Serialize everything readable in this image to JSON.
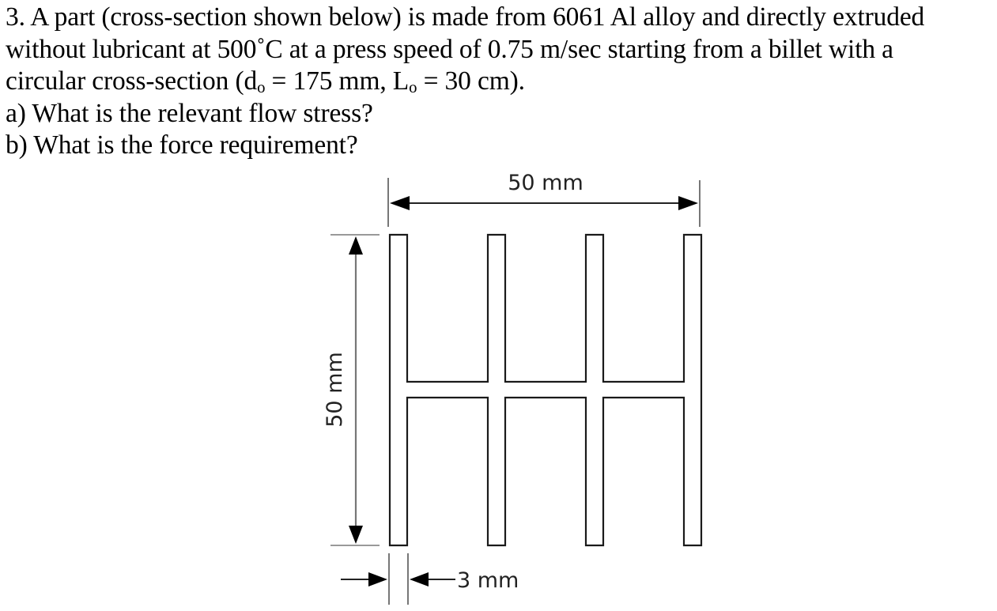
{
  "problem": {
    "number": "3.",
    "lines": [
      "3. A part (cross-section shown below) is made from 6061 Al alloy and directly extruded",
      "without lubricant at 500˚C at a press speed of 0.75 m/sec starting from a billet with a"
    ],
    "line3": {
      "prefix": "circular cross-section (d",
      "sub1": "o",
      "middle": " = 175 mm, L",
      "sub2": "o",
      "suffix": " = 30 cm)."
    },
    "questions": [
      "a) What is the relevant flow stress?",
      "b) What is the force requirement?"
    ]
  },
  "given": {
    "material": "6061 Al alloy",
    "process": "direct extrusion, no lubricant",
    "temperature": "500˚C",
    "press_speed": "0.75 m/sec",
    "billet_diameter": "175 mm",
    "billet_length": "30 cm"
  },
  "diagram": {
    "width_label": "50 mm",
    "height_label": "50 mm",
    "thickness_label": "3 mm",
    "colors": {
      "stroke": "#1a1a1a",
      "dimension": "#333333",
      "extension": "#888888"
    }
  }
}
